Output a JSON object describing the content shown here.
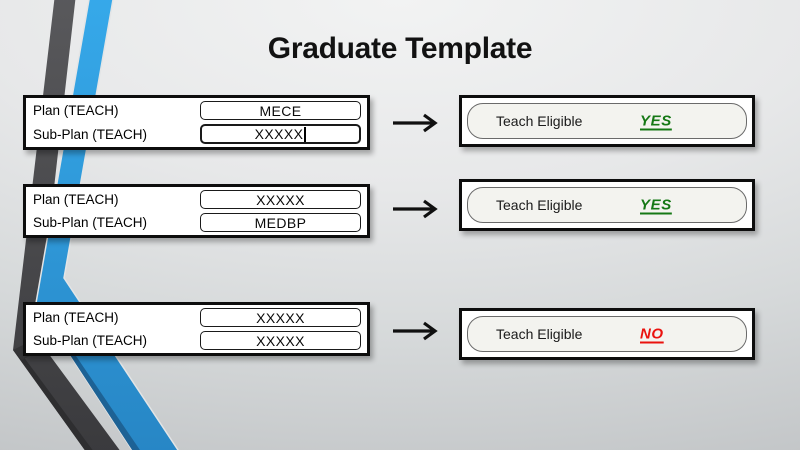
{
  "slide": {
    "title": "Graduate Template"
  },
  "rows": [
    {
      "plan": {
        "label": "Plan (TEACH)",
        "value": "MECE",
        "active": false
      },
      "subplan": {
        "label": "Sub-Plan (TEACH)",
        "value": "XXXXX",
        "active": true
      },
      "result": {
        "label": "Teach Eligible",
        "value": "YES",
        "status": "yes"
      }
    },
    {
      "plan": {
        "label": "Plan (TEACH)",
        "value": "XXXXX",
        "active": false
      },
      "subplan": {
        "label": "Sub-Plan (TEACH)",
        "value": "MEDBP",
        "active": false
      },
      "result": {
        "label": "Teach Eligible",
        "value": "YES",
        "status": "yes"
      }
    },
    {
      "plan": {
        "label": "Plan (TEACH)",
        "value": "XXXXX",
        "active": false
      },
      "subplan": {
        "label": "Sub-Plan (TEACH)",
        "value": "XXXXX",
        "active": false
      },
      "result": {
        "label": "Teach Eligible",
        "value": "NO",
        "status": "no"
      }
    }
  ],
  "colors": {
    "accent_blue_top": "#36a9ea",
    "accent_blue_bottom": "#2786c5",
    "stripe_gray_top": "#59595c",
    "stripe_gray_bottom": "#3a3a3d",
    "yes_green": "#157815",
    "no_red": "#ea120e"
  },
  "icons": {
    "arrow": "right-arrow"
  }
}
